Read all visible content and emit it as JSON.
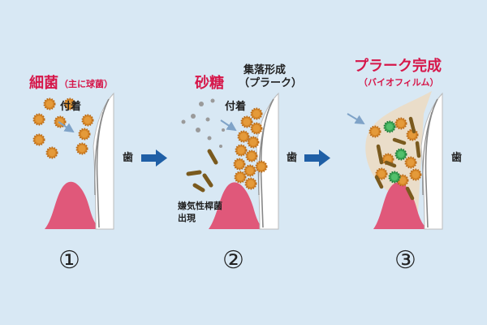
{
  "panel1": {
    "title": "細菌",
    "subtitle": "（主に球菌）",
    "attach_label": "付着",
    "tooth_label": "歯",
    "number": "①"
  },
  "panel2": {
    "title": "砂糖",
    "colony_label_line1": "集落形成",
    "colony_label_line2": "（プラーク）",
    "attach_label": "付着",
    "anaerobe_label_line1": "嫌気性桿菌",
    "anaerobe_label_line2": "出現",
    "tooth_label": "歯",
    "number": "②"
  },
  "panel3": {
    "title": "プラーク完成",
    "subtitle": "（バイオフィルム）",
    "tooth_label": "歯",
    "number": "③"
  },
  "colors": {
    "background": "#d8e8f4",
    "coccus": "#d8892a",
    "rod": "#7a5a1e",
    "green_bacteria": "#3aa655",
    "gum": "#e0587a",
    "arrow": "#1f5fa6",
    "accent_red": "#d6174a"
  }
}
